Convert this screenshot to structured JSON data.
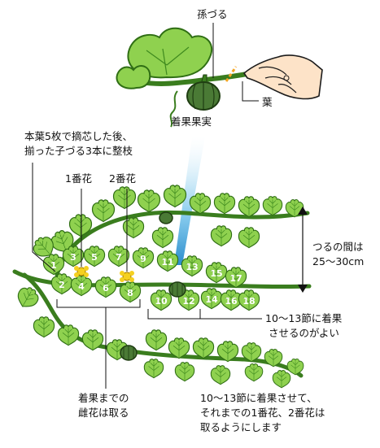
{
  "labels": {
    "grandchild_vine": "孫づる",
    "leaf": "葉",
    "fruit_set": "着果果実",
    "pruning_note_line1": "本葉5枚で摘芯した後、",
    "pruning_note_line2": "揃った子づる3本に整枝",
    "first_flower": "1番花",
    "second_flower": "2番花",
    "vine_spacing_line1": "つるの間は",
    "vine_spacing_line2": "25〜30cm",
    "node_note_line1": "10〜13節に着果",
    "node_note_line2": "させるのがよい",
    "female_note_line1": "着果までの",
    "female_note_line2": "雌花は取る",
    "bottom_note_line1": "10〜13節に着果させて、",
    "bottom_note_line2": "それまでの1番花、2番花は",
    "bottom_note_line3": "取るようにします"
  },
  "node_numbers": [
    "1",
    "2",
    "3",
    "4",
    "5",
    "6",
    "7",
    "8",
    "9",
    "10",
    "11",
    "12",
    "13",
    "14",
    "15",
    "16",
    "17",
    "18"
  ],
  "colors": {
    "leaf_fill": "#8fd14f",
    "leaf_dark": "#3f8a1e",
    "vine": "#3a7d1e",
    "fruit": "#4a7a35",
    "flower": "#f5d020",
    "beam": "#4aa6d8",
    "bracket": "#111111"
  },
  "icons": [
    "leaf-icon",
    "pumpkin-icon",
    "flower-icon",
    "hand-icon"
  ]
}
